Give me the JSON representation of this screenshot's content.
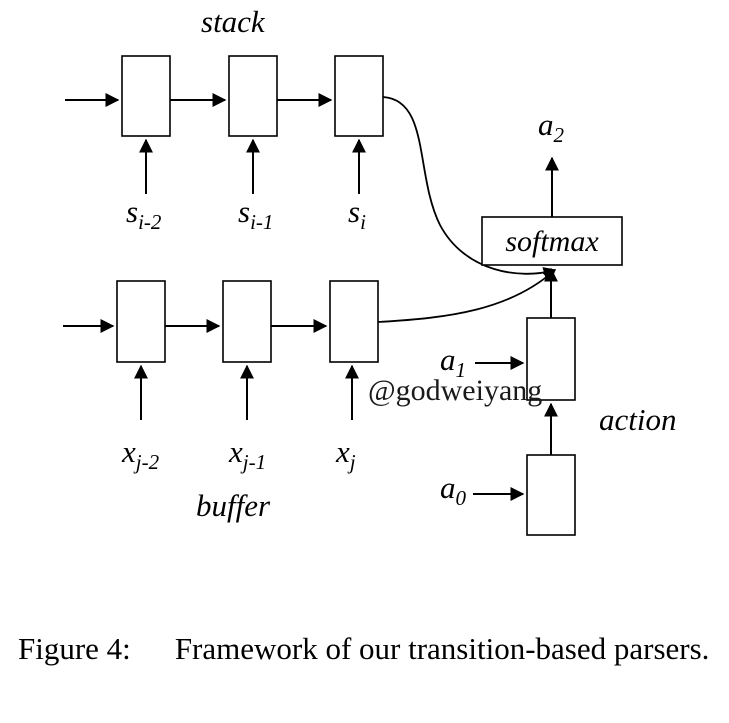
{
  "diagram": {
    "stack_label": "stack",
    "buffer_label": "buffer",
    "action_label": "action",
    "softmax_label": "softmax",
    "stack_inputs": [
      {
        "base": "s",
        "sub": "i-2"
      },
      {
        "base": "s",
        "sub": "i-1"
      },
      {
        "base": "s",
        "sub": "i"
      }
    ],
    "buffer_inputs": [
      {
        "base": "x",
        "sub": "j-2"
      },
      {
        "base": "x",
        "sub": "j-1"
      },
      {
        "base": "x",
        "sub": "j"
      }
    ],
    "action_inputs": [
      {
        "base": "a",
        "sub": "0"
      },
      {
        "base": "a",
        "sub": "1"
      }
    ],
    "output": {
      "base": "a",
      "sub": "2"
    },
    "watermark": "@godweiyang"
  },
  "caption": {
    "head": "Figure 4:",
    "text": "Framework of our transition-based parsers."
  }
}
